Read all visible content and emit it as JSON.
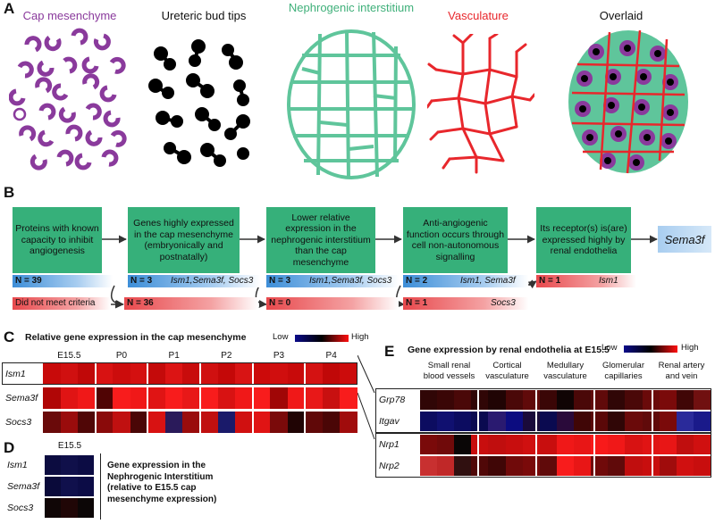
{
  "panelA": {
    "label": "A",
    "titles": {
      "cap": "Cap mesenchyme",
      "ub": "Ureteric bud tips",
      "ni": "Nephrogenic interstitium",
      "vasc": "Vasculature",
      "overlaid": "Overlaid"
    },
    "colors": {
      "cap": "#8a3a9c",
      "ub": "#000000",
      "ni": "#5fc59b",
      "vasc": "#e8272c"
    }
  },
  "panelB": {
    "label": "B",
    "boxes": [
      "Proteins with known capacity to inhibit angiogenesis",
      "Genes highly expressed in the cap mesenchyme (embryonically and postnatally)",
      "Lower relative expression in the nephrogenic interstitium than the cap mesenchyme",
      "Anti-angiogenic function occurs through cell non-autonomous signalling",
      "Its receptor(s) is(are) expressed highly by renal endothelia"
    ],
    "final": "Sema3f",
    "pass": [
      {
        "n": "N = 39",
        "genes": ""
      },
      {
        "n": "N = 3",
        "genes": "Ism1,Sema3f, Socs3"
      },
      {
        "n": "N = 3",
        "genes": "Ism1,Sema3f, Socs3"
      },
      {
        "n": "N = 2",
        "genes": "Ism1, Sema3f"
      },
      {
        "n": "N = 1",
        "genes": "Ism1"
      }
    ],
    "fail_label": "Did not meet criteria",
    "fail": [
      {
        "n": "N = 36",
        "genes": ""
      },
      {
        "n": "N = 0",
        "genes": ""
      },
      {
        "n": "N = 1",
        "genes": "Socs3"
      }
    ]
  },
  "panelC": {
    "label": "C",
    "title": "Relative gene expression in the cap mesenchyme",
    "legend_low": "Low",
    "legend_high": "High",
    "timepoints": [
      "E15.5",
      "P0",
      "P1",
      "P2",
      "P3",
      "P4"
    ],
    "genes": [
      "Ism1",
      "Sema3f",
      "Socs3"
    ],
    "colors": [
      [
        "#c80a0a",
        "#d01010",
        "#c00808",
        "#d81212",
        "#cc0c0c",
        "#d41010",
        "#c40a0a",
        "#dc1414",
        "#c80c0c",
        "#d01010",
        "#c40808",
        "#d81414",
        "#cc0a0a",
        "#d00e0e",
        "#c80a0a",
        "#d41212",
        "#c00808",
        "#cc0c0c"
      ],
      [
        "#b00606",
        "#e01414",
        "#f01818",
        "#500404",
        "#f81c1c",
        "#f01818",
        "#e01414",
        "#f81c1c",
        "#e81818",
        "#f81c1c",
        "#d81212",
        "#f01818",
        "#f81c1c",
        "#a00606",
        "#f01818",
        "#e81818",
        "#c81010",
        "#f81c1c"
      ],
      [
        "#6a0a0a",
        "#9a0c0c",
        "#500606",
        "#8a0a0a",
        "#c01010",
        "#4a0606",
        "#d81212",
        "#2a1a5a",
        "#9a0c0c",
        "#c01010",
        "#1a1a6a",
        "#d01010",
        "#e01414",
        "#7a0a0a",
        "#200404",
        "#600808",
        "#4a0606",
        "#a00c0c"
      ]
    ]
  },
  "panelD": {
    "label": "D",
    "timepoint": "E15.5",
    "genes": [
      "Ism1",
      "Sema3f",
      "Socs3"
    ],
    "caption": "Gene expression in the Nephrogenic Interstitium (relative to E15.5 cap mesenchyme expression)",
    "colors": [
      [
        "#0c0c40",
        "#10104a",
        "#0c0c44"
      ],
      [
        "#0a0a3a",
        "#10104c",
        "#0c0c46"
      ],
      [
        "#100606",
        "#200606",
        "#0c0606"
      ]
    ]
  },
  "panelE": {
    "label": "E",
    "title": "Gene expression by renal endothelia at E15.5",
    "legend_low": "Low",
    "legend_high": "High",
    "categories": [
      "Small renal blood vessels",
      "Cortical vasculature",
      "Medullary vasculature",
      "Glomerular capillaries",
      "Renal artery and vein"
    ],
    "genes": [
      "Grp78",
      "Itgav",
      "Nrp1",
      "Nrp2"
    ],
    "colors": [
      [
        "#300606",
        "#3a0606",
        "#4a0808",
        "#300606",
        "#200404",
        "#4a0808",
        "#600a0a",
        "#3a0606",
        "#100404",
        "#4a0808",
        "#600a0a",
        "#300606",
        "#4a0808",
        "#6a0a0a",
        "#7a0a0a",
        "#400606",
        "#701010"
      ],
      [
        "#0c0c60",
        "#101070",
        "#0c0c60",
        "#0a0a50",
        "#2a1a70",
        "#0c0c80",
        "#1a0a3a",
        "#0a0a50",
        "#2a0a3a",
        "#400606",
        "#5a0808",
        "#300606",
        "#6a0a0a",
        "#600a0a",
        "#7a0a0a",
        "#2a2a9a",
        "#1a1a8a"
      ],
      [
        "#7a0a0a",
        "#700a0a",
        "#0a0606",
        "#c80e0e",
        "#c00e0e",
        "#c80e0e",
        "#d01010",
        "#c80e0e",
        "#f01818",
        "#e81616",
        "#f81a1a",
        "#f01818",
        "#d81212",
        "#e01414",
        "#e81616",
        "#c00e0e",
        "#d01010"
      ],
      [
        "#c83030",
        "#c02828",
        "#301010",
        "#500808",
        "#400606",
        "#700a0a",
        "#7a0a0a",
        "#600a0a",
        "#f81c1c",
        "#e81616",
        "#700a0a",
        "#600a0a",
        "#c00e0e",
        "#c80e0e",
        "#a00c0c",
        "#d01010",
        "#c80e0e"
      ]
    ]
  }
}
